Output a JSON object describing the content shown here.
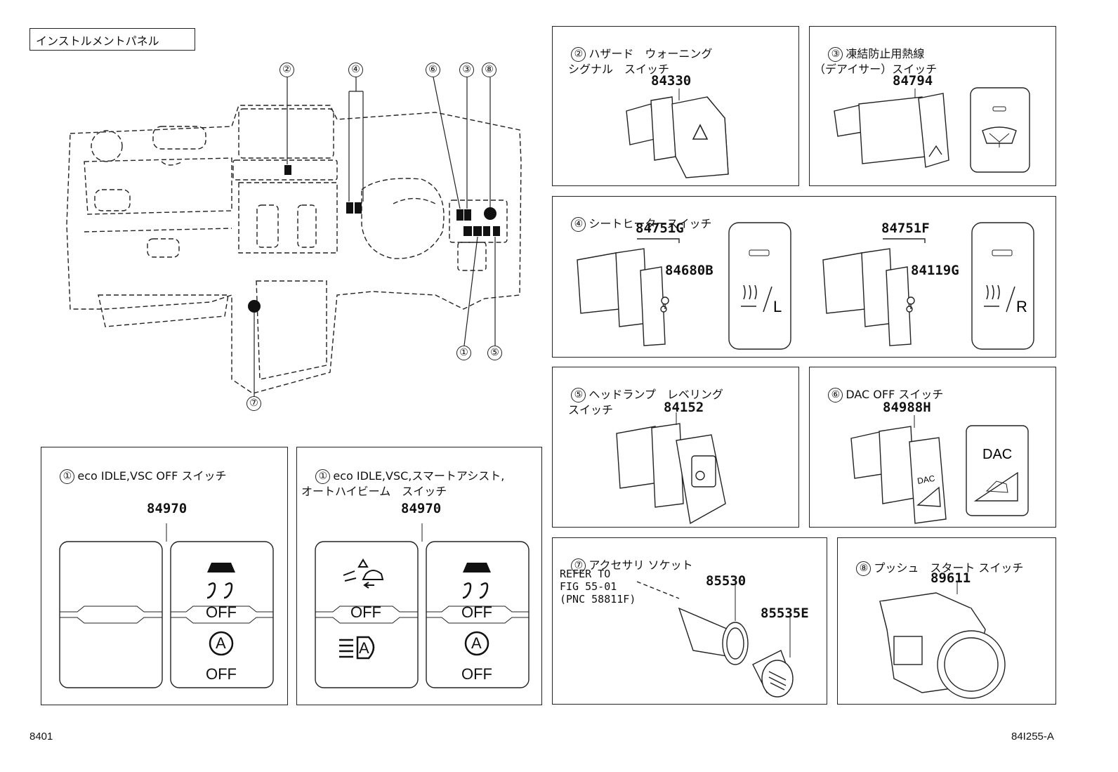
{
  "overview": {
    "title": "インストルメントパネル",
    "callouts": [
      "①",
      "②",
      "③",
      "④",
      "⑤",
      "⑥",
      "⑦",
      "⑧"
    ]
  },
  "panels": {
    "p2": {
      "num": "②",
      "title": "ハザード　ウォーニング\n　シグナル　スイッチ",
      "part": "84330"
    },
    "p3": {
      "num": "③",
      "title": "凍結防止用熱線\n（デアイサー）スイッチ",
      "part": "84794"
    },
    "p4": {
      "num": "④",
      "title": "シートヒータースイッチ",
      "left": {
        "part": "84751G",
        "sub": "84680B",
        "side": "L"
      },
      "right": {
        "part": "84751F",
        "sub": "84119G",
        "side": "R"
      }
    },
    "p5": {
      "num": "⑤",
      "title": "ヘッドランプ　レベリング\n　スイッチ",
      "part": "84152"
    },
    "p6": {
      "num": "⑥",
      "title": "DAC OFF スイッチ",
      "part": "84988H",
      "dac": "DAC"
    },
    "p7": {
      "num": "⑦",
      "title": "アクセサリ ソケット",
      "part": "85530",
      "sub": "85535E",
      "note": "REFER TO\nFIG 55-01\n(PNC 58811F)"
    },
    "p8": {
      "num": "⑧",
      "title": "プッシュ　スタート スイッチ",
      "part": "89611"
    },
    "p1a": {
      "num": "①",
      "title": "eco IDLE,VSC OFF スイッチ",
      "part": "84970",
      "off": "OFF"
    },
    "p1b": {
      "num": "①",
      "title": "eco IDLE,VSC,スマートアシスト,\nオートハイビーム　スイッチ",
      "part": "84970",
      "off": "OFF"
    }
  },
  "footer": {
    "left": "8401",
    "right": "84I255-A"
  }
}
